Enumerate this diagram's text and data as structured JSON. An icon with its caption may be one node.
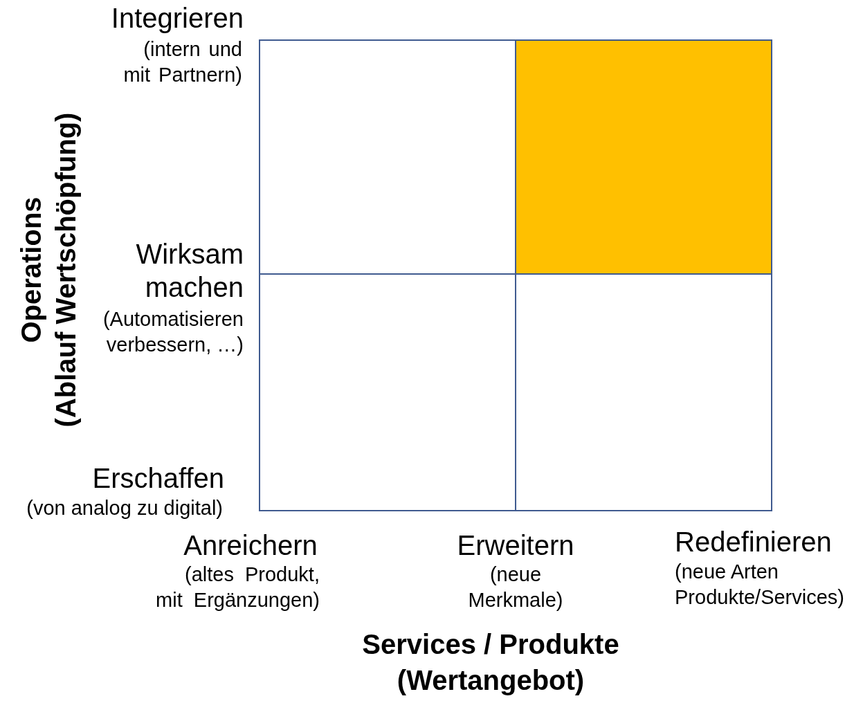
{
  "diagram": {
    "nodes": [
      {
        "text": [],
        "shape": "box"
      },
      {
        "text": [],
        "shape": "box"
      },
      {
        "text": [],
        "shape": "box"
      },
      {
        "text": [],
        "shape": "box"
      }
    ],
    "labels": [
      "Integrieren",
      "(intern und mit Partnern)",
      "Wirksam machen",
      "(Automatisieren verbessern, …)",
      "Erschaffen",
      "(von analog zu digital)",
      "Anreichern",
      "(altes Produkt, mit Ergänzungen)",
      "Erweitern",
      "(neue Merkmale)",
      "Redefinieren",
      "(neue Arten Produkte/Services)",
      "Operations",
      "(Ablauf Wertschöpfung)",
      "Services / Produkte (Wertangebot)"
    ]
  }
}
